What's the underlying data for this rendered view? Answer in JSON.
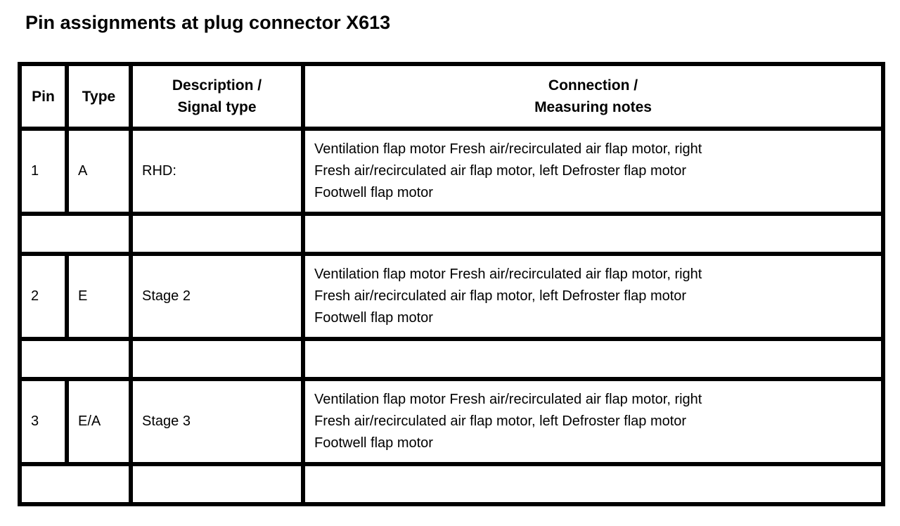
{
  "page_title": "Pin assignments at plug connector X613",
  "colors": {
    "background": "#ffffff",
    "text": "#000000",
    "border": "#000000"
  },
  "table": {
    "headers": {
      "pin": "Pin",
      "type": "Type",
      "description": "Description /\nSignal type",
      "connection": "Connection /\nMeasuring notes"
    },
    "rows": [
      {
        "pin": "1",
        "type": "A",
        "description": "RHD:",
        "connection": "Ventilation flap motor Fresh air/recirculated air flap motor, right\nFresh air/recirculated air flap motor, left Defroster flap motor\nFootwell flap motor"
      },
      {
        "pin": "2",
        "type": "E",
        "description": "Stage 2",
        "connection": "Ventilation flap motor Fresh air/recirculated air flap motor, right\nFresh air/recirculated air flap motor, left Defroster flap motor\nFootwell flap motor"
      },
      {
        "pin": "3",
        "type": "E/A",
        "description": "Stage 3",
        "connection": "Ventilation flap motor Fresh air/recirculated air flap motor, right\nFresh air/recirculated air flap motor, left Defroster flap motor\nFootwell flap motor"
      }
    ]
  }
}
